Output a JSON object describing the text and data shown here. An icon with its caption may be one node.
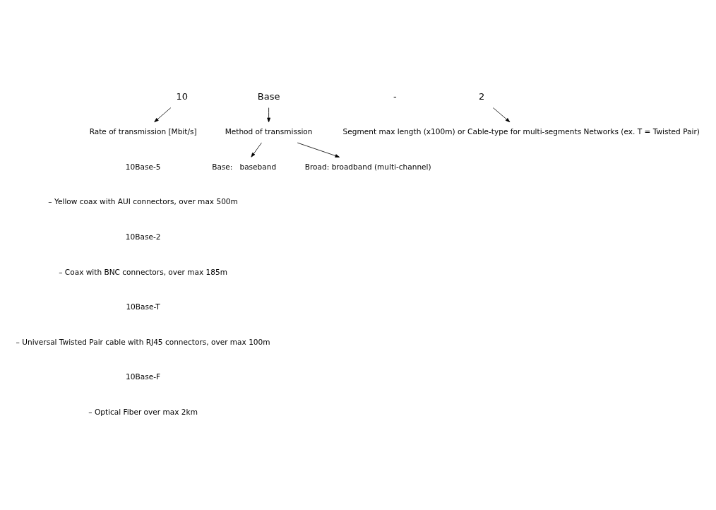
{
  "diagram": {
    "nodes": [
      {
        "text": [
          "10"
        ]
      },
      {
        "text": [
          "Base"
        ]
      },
      {
        "text": [
          "2"
        ]
      },
      {
        "text": [
          "Segment max length (x100m) or Cable-type for multi-segments Networks (ex. T = Twisted Pair)"
        ]
      },
      {
        "text": [
          "Method of transmission"
        ]
      },
      {
        "text": [
          "Base:   baseband"
        ]
      },
      {
        "text": [
          "Broad: broadband (multi-channel)"
        ]
      },
      {
        "text": [
          "Rate of transmission [Mbit/s]"
        ]
      }
    ],
    "edges": [
      {
        "from": 2,
        "to": 3,
        "arrow": "to"
      },
      {
        "from": 1,
        "to": 4,
        "arrow": "to"
      },
      {
        "from": 4,
        "to": 5,
        "arrow": "to"
      },
      {
        "from": 4,
        "to": 6,
        "arrow": "to"
      },
      {
        "from": 0,
        "to": 7,
        "arrow": "to"
      }
    ],
    "labels": [
      "-",
      "10Base-5",
      "– Yellow coax with AUI connectors, over max 500m",
      "10Base-2",
      "– Coax with BNC connectors, over max 185m",
      "10Base-T",
      "– Universal Twisted Pair cable with RJ45 connectors, over max 100m",
      "10Base-F",
      "– Optical Fiber over max 2km"
    ]
  }
}
